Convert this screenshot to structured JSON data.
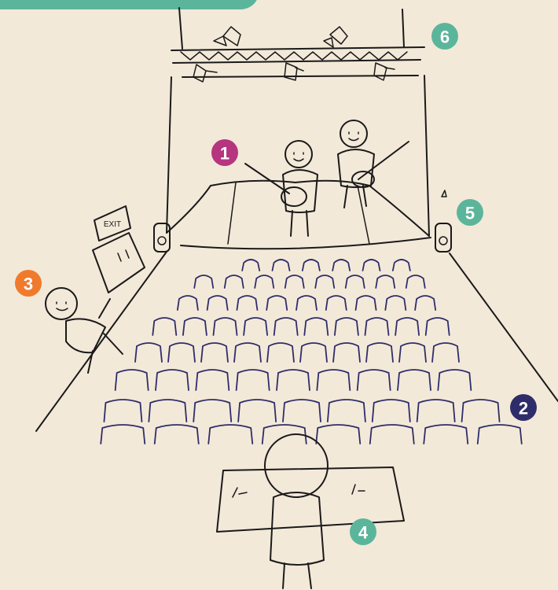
{
  "colors": {
    "background": "#f3e9d9",
    "corner_tab": "#5bb59b",
    "ink": "#1a1a1a",
    "seat_outline": "#2f2d69",
    "musician_shirt": "#b5357e",
    "visitor_shirt": "#f07a2c",
    "operator_shirt": "#2c7d6e"
  },
  "badges": [
    {
      "number": "1",
      "color": "#b5357e"
    },
    {
      "number": "2",
      "color": "#2f2d69"
    },
    {
      "number": "3",
      "color": "#f07a2c"
    },
    {
      "number": "4",
      "color": "#5bb59b"
    },
    {
      "number": "5",
      "color": "#5bb59b"
    },
    {
      "number": "6",
      "color": "#5bb59b"
    }
  ],
  "door_sign": "EXIT",
  "icons": [
    "stage-lights-icon",
    "speaker-icon",
    "guitar-icon",
    "mixing-console-icon",
    "exit-door-icon"
  ]
}
